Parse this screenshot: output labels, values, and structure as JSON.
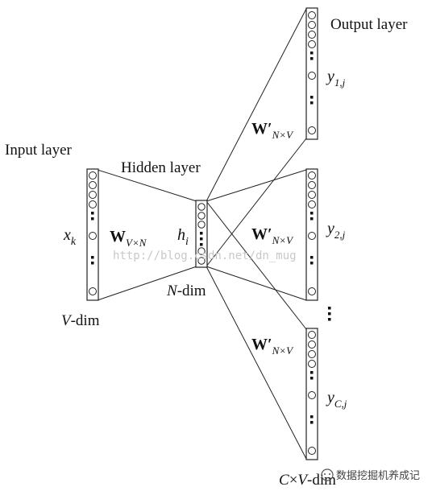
{
  "labels": {
    "input_layer": "Input layer",
    "hidden_layer": "Hidden layer",
    "output_layer": "Output layer",
    "input_var": "x",
    "input_var_sub": "k",
    "hidden_var": "h",
    "hidden_var_sub": "i",
    "weight_input": "W",
    "weight_input_sub": "V×N",
    "weight_output": "W′",
    "weight_output_sub": "N×V",
    "output_y": "y",
    "output_sub_1": "1,j",
    "output_sub_2": "2,j",
    "output_sub_c": "C,j",
    "v_dim_var": "V",
    "v_dim_suffix": "-dim",
    "n_dim_var": "N",
    "n_dim_suffix": "-dim",
    "cv_dim_c": "C",
    "cv_dim_times": "×",
    "cv_dim_v": "V",
    "cv_dim_suffix": "-dim"
  },
  "watermark": "http://blog.csdn.net/dn_mug",
  "logo_text": "数据挖掘机养成记",
  "colors": {
    "ink": "#111111",
    "watermark": "#c8c8c8"
  }
}
